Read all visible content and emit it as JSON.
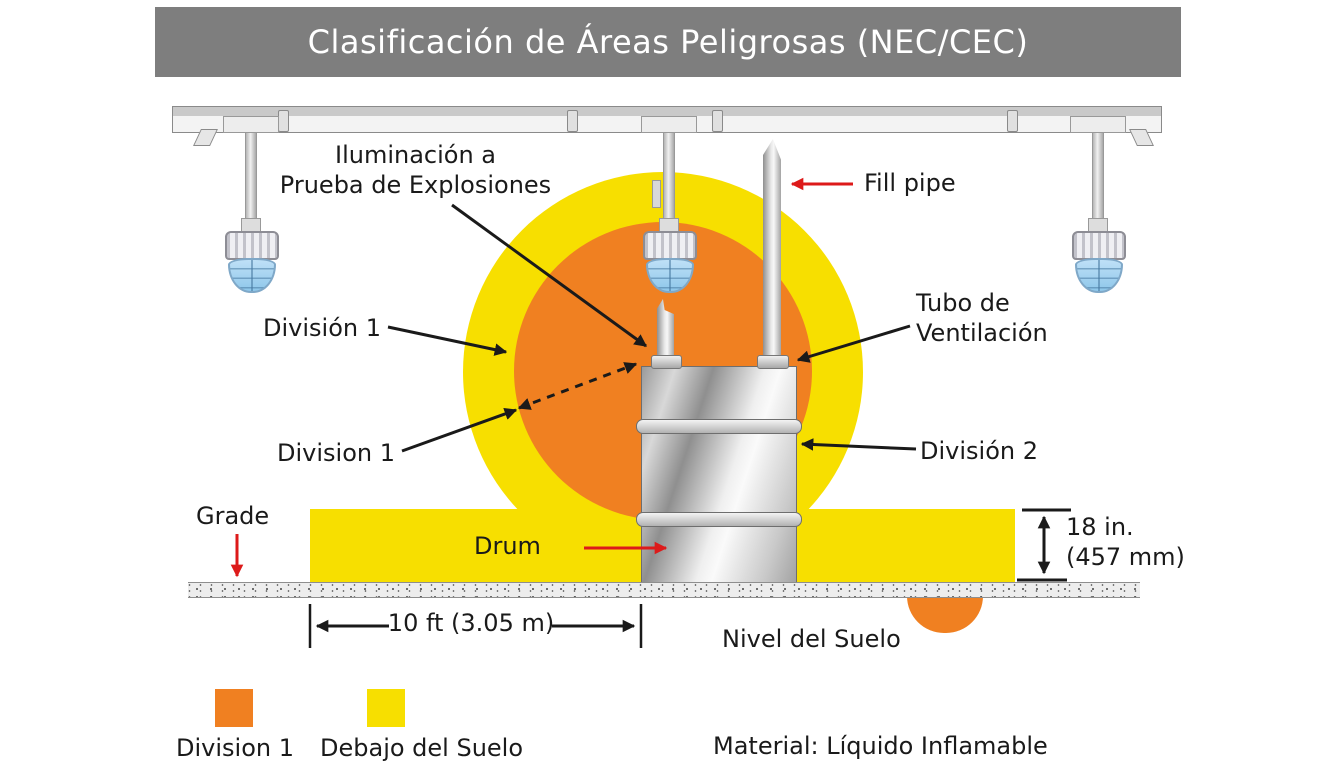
{
  "title": "Clasificación de Áreas Peligrosas (NEC/CEC)",
  "colors": {
    "title_bar_gray": "#7e7e7e",
    "division1_orange": "#f08021",
    "division2_yellow": "#f7df00",
    "arrow_red": "#dd1a1a",
    "arrow_black": "#1a1a1a",
    "dome_blue": "#a9d7f3"
  },
  "labels": {
    "explosion_proof_lighting_line1": "Iluminación a",
    "explosion_proof_lighting_line2": "Prueba de Explosiones",
    "fill_pipe": "Fill pipe",
    "division1_upper": "División 1",
    "division1_lower": "Division 1",
    "vent_tube_line1": "Tubo de",
    "vent_tube_line2": "Ventilación",
    "division2": "División 2",
    "grade": "Grade",
    "drum": "Drum",
    "ground_level": "Nivel del Suelo"
  },
  "dimensions": {
    "vertical_height": "18 in.",
    "vertical_height_metric": "(457 mm)",
    "horizontal_radius": "10 ft (3.05 m)"
  },
  "legend": {
    "items": [
      {
        "label": "Division 1",
        "color": "#f08021"
      },
      {
        "label": "Debajo del Suelo",
        "color": "#f7df00"
      }
    ],
    "material": "Material: Líquido Inflamable"
  }
}
